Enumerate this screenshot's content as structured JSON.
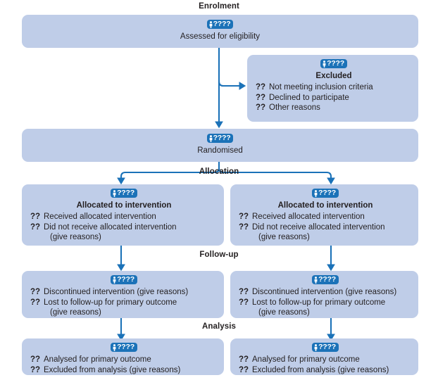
{
  "diagram": {
    "title": "CONSORT flow diagram",
    "colors": {
      "box_fill": "#bfcde8",
      "arrow": "#1b72b8",
      "badge_bg": "#1b72b8",
      "text": "#231f20",
      "page_bg": "#ffffff"
    },
    "badge_placeholder": "????",
    "bullet_placeholder": "??",
    "icon_name": "person-icon"
  },
  "stages": [
    {
      "key": "enrolment",
      "label": "Enrolment"
    },
    {
      "key": "allocation",
      "label": "Allocation"
    },
    {
      "key": "followup",
      "label": "Follow-up"
    },
    {
      "key": "analysis",
      "label": "Analysis"
    }
  ],
  "boxes": {
    "assessed": {
      "badge": "????",
      "text": "Assessed for eligibility"
    },
    "excluded": {
      "badge": "????",
      "title": "Excluded",
      "items": [
        {
          "n": "??",
          "text": "Not meeting inclusion criteria"
        },
        {
          "n": "??",
          "text": "Declined to participate"
        },
        {
          "n": "??",
          "text": "Other reasons"
        }
      ]
    },
    "randomised": {
      "badge": "????",
      "text": "Randomised"
    },
    "allocated_left": {
      "badge": "????",
      "title": "Allocated to intervention",
      "items": [
        {
          "n": "??",
          "text": "Received allocated intervention",
          "sub": ""
        },
        {
          "n": "??",
          "text": "Did not receive allocated intervention",
          "sub": "(give reasons)"
        }
      ]
    },
    "allocated_right": {
      "badge": "????",
      "title": "Allocated to intervention",
      "items": [
        {
          "n": "??",
          "text": "Received allocated intervention",
          "sub": ""
        },
        {
          "n": "??",
          "text": "Did not receive allocated intervention",
          "sub": "(give reasons)"
        }
      ]
    },
    "followup_left": {
      "badge": "????",
      "items": [
        {
          "n": "??",
          "text": "Discontinued intervention (give reasons)",
          "sub": ""
        },
        {
          "n": "??",
          "text": "Lost to follow-up for primary outcome",
          "sub": "(give reasons)"
        }
      ]
    },
    "followup_right": {
      "badge": "????",
      "items": [
        {
          "n": "??",
          "text": "Discontinued intervention (give reasons)",
          "sub": ""
        },
        {
          "n": "??",
          "text": "Lost to follow-up for primary outcome",
          "sub": "(give reasons)"
        }
      ]
    },
    "analysis_left": {
      "badge": "????",
      "items": [
        {
          "n": "??",
          "text": "Analysed for primary outcome",
          "sub": ""
        },
        {
          "n": "??",
          "text": "Excluded from analysis (give reasons)",
          "sub": ""
        }
      ]
    },
    "analysis_right": {
      "badge": "????",
      "items": [
        {
          "n": "??",
          "text": "Analysed for primary outcome",
          "sub": ""
        },
        {
          "n": "??",
          "text": "Excluded from analysis (give reasons)",
          "sub": ""
        }
      ]
    }
  }
}
